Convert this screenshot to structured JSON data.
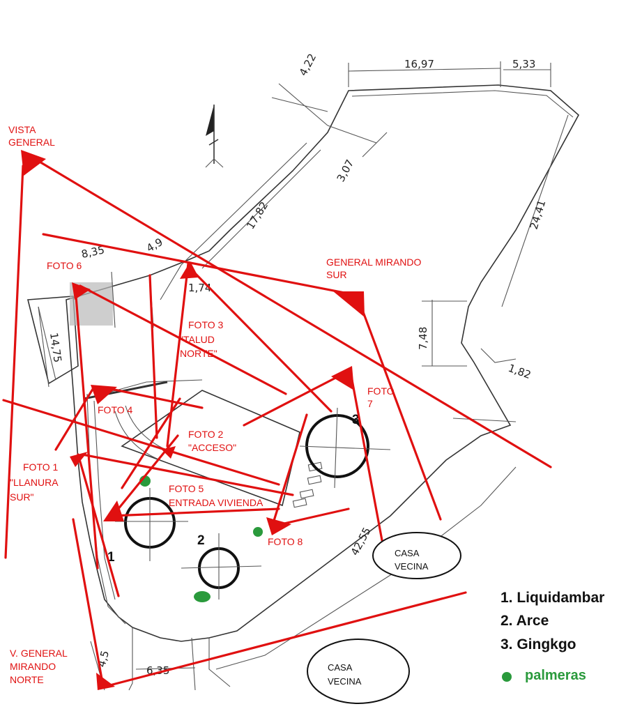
{
  "dimensions": {
    "d_4_22": "4,22",
    "d_16_97": "16,97",
    "d_5_33": "5,33",
    "d_3_07": "3,07",
    "d_17_82": "17,82",
    "d_24_41": "24,41",
    "d_8_35": "8,35",
    "d_4_9x": "4,9",
    "d_1_74": "1,74",
    "d_14_75": "14,75",
    "d_7_48": "7,48",
    "d_1_82": "1,82",
    "d_42_55": "42,55",
    "d_4_5": "4,5",
    "d_6_35": "6,35"
  },
  "photo_labels": {
    "vista_general": [
      "VISTA",
      "GENERAL"
    ],
    "foto6": "FOTO 6",
    "general_sur": [
      "GENERAL MIRANDO",
      "SUR"
    ],
    "foto3": [
      "FOTO 3",
      "\"TALUD",
      "NORTE\""
    ],
    "foto7": [
      "FOTO",
      "7"
    ],
    "foto4": "FOTO 4",
    "foto2": [
      "FOTO 2",
      "\"ACCESO\""
    ],
    "foto1": [
      "FOTO 1",
      "\"LLANURA",
      "SUR\""
    ],
    "foto5": [
      "FOTO 5",
      "ENTRADA VIVIENDA"
    ],
    "foto8": "FOTO 8",
    "v_general_norte": [
      "V. GENERAL",
      "MIRANDO",
      "NORTE"
    ]
  },
  "neighbors": {
    "casa1": [
      "CASA",
      "VECINA"
    ],
    "casa2": [
      "CASA",
      "VECINA"
    ]
  },
  "tree_numbers": {
    "t1": "1",
    "t2": "2",
    "t3": "3"
  },
  "legend": {
    "items": [
      "1. Liquidambar",
      "2. Arce",
      "3. Gingkgo"
    ],
    "palm_label": "palmeras"
  },
  "colors": {
    "annotation_red": "#e01010",
    "palm_green": "#2a9a3c",
    "plan_line": "#333333"
  }
}
